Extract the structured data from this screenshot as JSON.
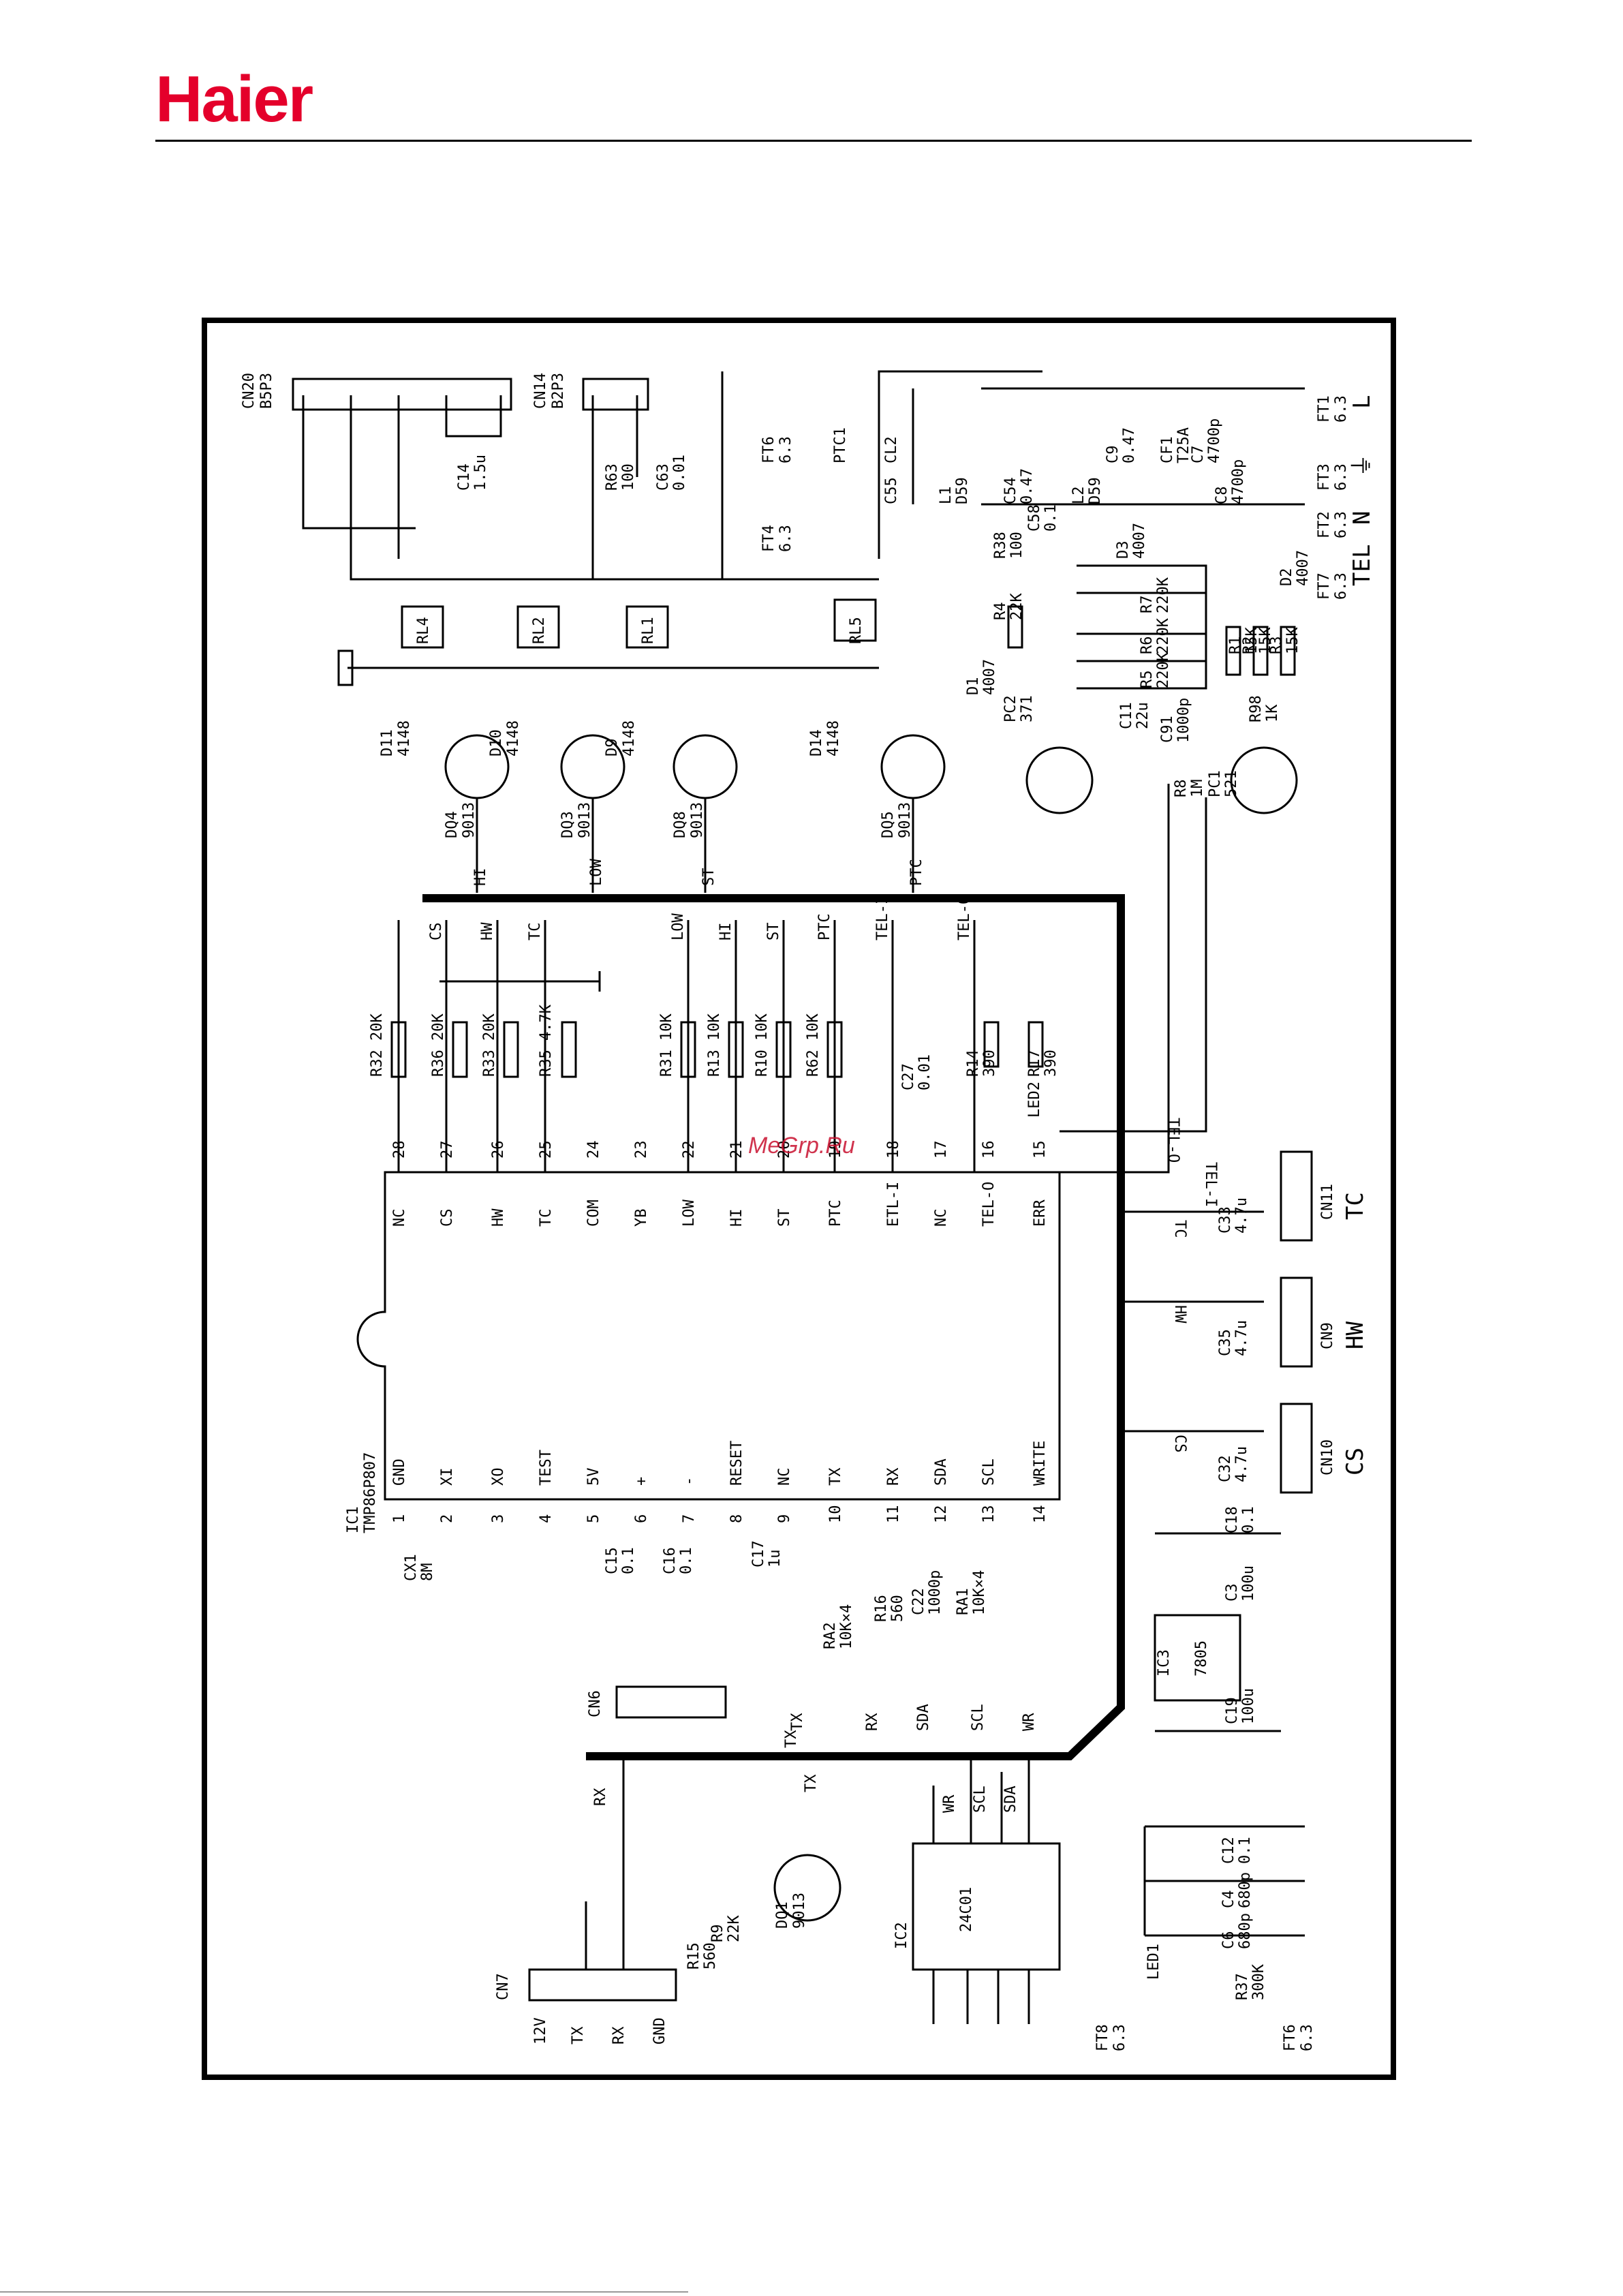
{
  "brand": {
    "logo_text": "Haier",
    "logo_color": "#E4002B"
  },
  "watermark": {
    "text": "MeGrp.Ru",
    "color": "#C8102E"
  },
  "colors": {
    "line": "#000000",
    "background": "#FFFFFF"
  },
  "connectors": {
    "cn20": {
      "ref": "CN20",
      "part": "B5P3"
    },
    "cn14": {
      "ref": "CN14",
      "part": "B2P3"
    },
    "cn7": {
      "ref": "CN7",
      "pins": [
        "12V",
        "TX",
        "RX",
        "GND"
      ]
    },
    "cn6": {
      "ref": "CN6"
    },
    "cn11": {
      "ref": "CN11",
      "label": "TC"
    },
    "cn9": {
      "ref": "CN9",
      "label": "HW"
    },
    "cn10": {
      "ref": "CN10",
      "label": "CS"
    }
  },
  "terminals": [
    {
      "ref": "FT1",
      "value": "6.3",
      "label": "L"
    },
    {
      "ref": "FT3",
      "value": "6.3",
      "label": "⏚"
    },
    {
      "ref": "FT2",
      "value": "6.3",
      "label": "N"
    },
    {
      "ref": "FT7",
      "value": "6.3",
      "label": "TEL"
    },
    {
      "ref": "FT6",
      "value": "6.3",
      "label": ""
    },
    {
      "ref": "FT4",
      "value": "6.3",
      "label": ""
    },
    {
      "ref": "FT8",
      "value": "6.3",
      "label": ""
    },
    {
      "ref": "FT6",
      "value": "6.3",
      "label": ""
    }
  ],
  "relays": [
    "RL4",
    "RL2",
    "RL1",
    "RL5"
  ],
  "transistors": [
    {
      "ref": "DQ4",
      "part": "9013",
      "net": "HI"
    },
    {
      "ref": "DQ3",
      "part": "9013",
      "net": "LOW"
    },
    {
      "ref": "DQ8",
      "part": "9013",
      "net": "ST"
    },
    {
      "ref": "DQ5",
      "part": "9013",
      "net": "PTC"
    },
    {
      "ref": "DQ1",
      "part": "9013",
      "net": "TX"
    }
  ],
  "flyback_diodes": [
    {
      "ref": "D11",
      "part": "4148"
    },
    {
      "ref": "D10",
      "part": "4148"
    },
    {
      "ref": "D9",
      "part": "4148"
    },
    {
      "ref": "D14",
      "part": "4148"
    }
  ],
  "ic1": {
    "ref": "IC1",
    "part": "TMP86P807",
    "top_pins": [
      {
        "num": "28",
        "name": "NC"
      },
      {
        "num": "27",
        "name": "CS"
      },
      {
        "num": "26",
        "name": "HW"
      },
      {
        "num": "25",
        "name": "TC"
      },
      {
        "num": "24",
        "name": "COM"
      },
      {
        "num": "23",
        "name": "YB"
      },
      {
        "num": "22",
        "name": "LOW"
      },
      {
        "num": "21",
        "name": "HI"
      },
      {
        "num": "20",
        "name": "ST"
      },
      {
        "num": "19",
        "name": "PTC"
      },
      {
        "num": "18",
        "name": "ETL-I"
      },
      {
        "num": "17",
        "name": "NC"
      },
      {
        "num": "16",
        "name": "TEL-O"
      },
      {
        "num": "15",
        "name": "ERR"
      }
    ],
    "bottom_pins": [
      {
        "num": "1",
        "name": "GND"
      },
      {
        "num": "2",
        "name": "XI"
      },
      {
        "num": "3",
        "name": "XO"
      },
      {
        "num": "4",
        "name": "TEST"
      },
      {
        "num": "5",
        "name": "5V"
      },
      {
        "num": "6",
        "name": "+"
      },
      {
        "num": "7",
        "name": "-"
      },
      {
        "num": "8",
        "name": "RESET"
      },
      {
        "num": "9",
        "name": "NC"
      },
      {
        "num": "10",
        "name": "TX"
      },
      {
        "num": "11",
        "name": "RX"
      },
      {
        "num": "12",
        "name": "SDA"
      },
      {
        "num": "13",
        "name": "SCL"
      },
      {
        "num": "14",
        "name": "WRITE"
      }
    ]
  },
  "ic2": {
    "ref": "IC2",
    "part": "24C01",
    "pins": [
      "WR",
      "SCL",
      "SDA"
    ]
  },
  "ic3": {
    "ref": "IC3",
    "part": "7805"
  },
  "pull_resistors": [
    {
      "ref": "R32",
      "value": "20K",
      "net": "NC"
    },
    {
      "ref": "R36",
      "value": "20K",
      "net": "CS"
    },
    {
      "ref": "R33",
      "value": "20K",
      "net": "HW"
    },
    {
      "ref": "R35",
      "value": "4.7K",
      "net": "TC"
    },
    {
      "ref": "R31",
      "value": "10K",
      "net": "LOW"
    },
    {
      "ref": "R13",
      "value": "10K",
      "net": "HI"
    },
    {
      "ref": "R10",
      "value": "10K",
      "net": "ST"
    },
    {
      "ref": "R62",
      "value": "10K",
      "net": "PTC"
    }
  ],
  "bus_labels_top": [
    "CS",
    "HW",
    "TC",
    "LOW",
    "HI",
    "ST",
    "PTC",
    "TEL-I",
    "TEL-O"
  ],
  "bus_labels_bottom": [
    "TX",
    "RX",
    "SDA",
    "SCL",
    "WR"
  ],
  "relay_nets": [
    "HI",
    "LOW",
    "ST",
    "PTC"
  ],
  "side_nets": [
    "TEL-O",
    "TEL-I",
    "TC",
    "HW",
    "CS"
  ],
  "components": [
    {
      "ref": "C14",
      "value": "1.5u"
    },
    {
      "ref": "R63",
      "value": "100"
    },
    {
      "ref": "C63",
      "value": "0.01"
    },
    {
      "ref": "PTC1",
      "value": ""
    },
    {
      "ref": "CL2",
      "value": ""
    },
    {
      "ref": "C55",
      "value": ""
    },
    {
      "ref": "L1",
      "value": "D59"
    },
    {
      "ref": "C54",
      "value": "0.47"
    },
    {
      "ref": "L2",
      "value": "D59"
    },
    {
      "ref": "C9",
      "value": "0.47"
    },
    {
      "ref": "CF1",
      "value": "T25A"
    },
    {
      "ref": "C7",
      "value": "4700p"
    },
    {
      "ref": "C8",
      "value": "4700p"
    },
    {
      "ref": "C58",
      "value": "0.1"
    },
    {
      "ref": "R38",
      "value": "100"
    },
    {
      "ref": "R4",
      "value": "22K"
    },
    {
      "ref": "D1",
      "value": "4007"
    },
    {
      "ref": "D3",
      "value": "4007"
    },
    {
      "ref": "R7",
      "value": "220K"
    },
    {
      "ref": "R6",
      "value": "220K"
    },
    {
      "ref": "R5",
      "value": "220K"
    },
    {
      "ref": "D2",
      "value": "4007"
    },
    {
      "ref": "R1",
      "value": "15K"
    },
    {
      "ref": "R2",
      "value": "15K"
    },
    {
      "ref": "R3",
      "value": "15K"
    },
    {
      "ref": "C11",
      "value": "22u"
    },
    {
      "ref": "R98",
      "value": "1K"
    },
    {
      "ref": "PC2",
      "value": "371"
    },
    {
      "ref": "C91",
      "value": "1000p"
    },
    {
      "ref": "R8",
      "value": "1M"
    },
    {
      "ref": "PC1",
      "value": "521"
    },
    {
      "ref": "C27",
      "value": "0.01"
    },
    {
      "ref": "R14",
      "value": "390"
    },
    {
      "ref": "R17",
      "value": "390"
    },
    {
      "ref": "LED2",
      "value": ""
    },
    {
      "ref": "C33",
      "value": "4.7u"
    },
    {
      "ref": "C35",
      "value": "4.7u"
    },
    {
      "ref": "C32",
      "value": "4.7u"
    },
    {
      "ref": "CX1",
      "value": "8M"
    },
    {
      "ref": "C15",
      "value": "0.1"
    },
    {
      "ref": "C16",
      "value": "0.1"
    },
    {
      "ref": "C17",
      "value": "1u"
    },
    {
      "ref": "RA2",
      "value": "10K×4"
    },
    {
      "ref": "R16",
      "value": "560"
    },
    {
      "ref": "C22",
      "value": "1000p"
    },
    {
      "ref": "RA1",
      "value": "10K×4"
    },
    {
      "ref": "C18",
      "value": "0.1"
    },
    {
      "ref": "C3",
      "value": "100u"
    },
    {
      "ref": "C19",
      "value": "100u"
    },
    {
      "ref": "C12",
      "value": "0.1"
    },
    {
      "ref": "C4",
      "value": "680p"
    },
    {
      "ref": "C6",
      "value": "680p"
    },
    {
      "ref": "R9",
      "value": "22K"
    },
    {
      "ref": "R15",
      "value": "560"
    },
    {
      "ref": "LED1",
      "value": ""
    },
    {
      "ref": "R37",
      "value": "300K"
    }
  ]
}
